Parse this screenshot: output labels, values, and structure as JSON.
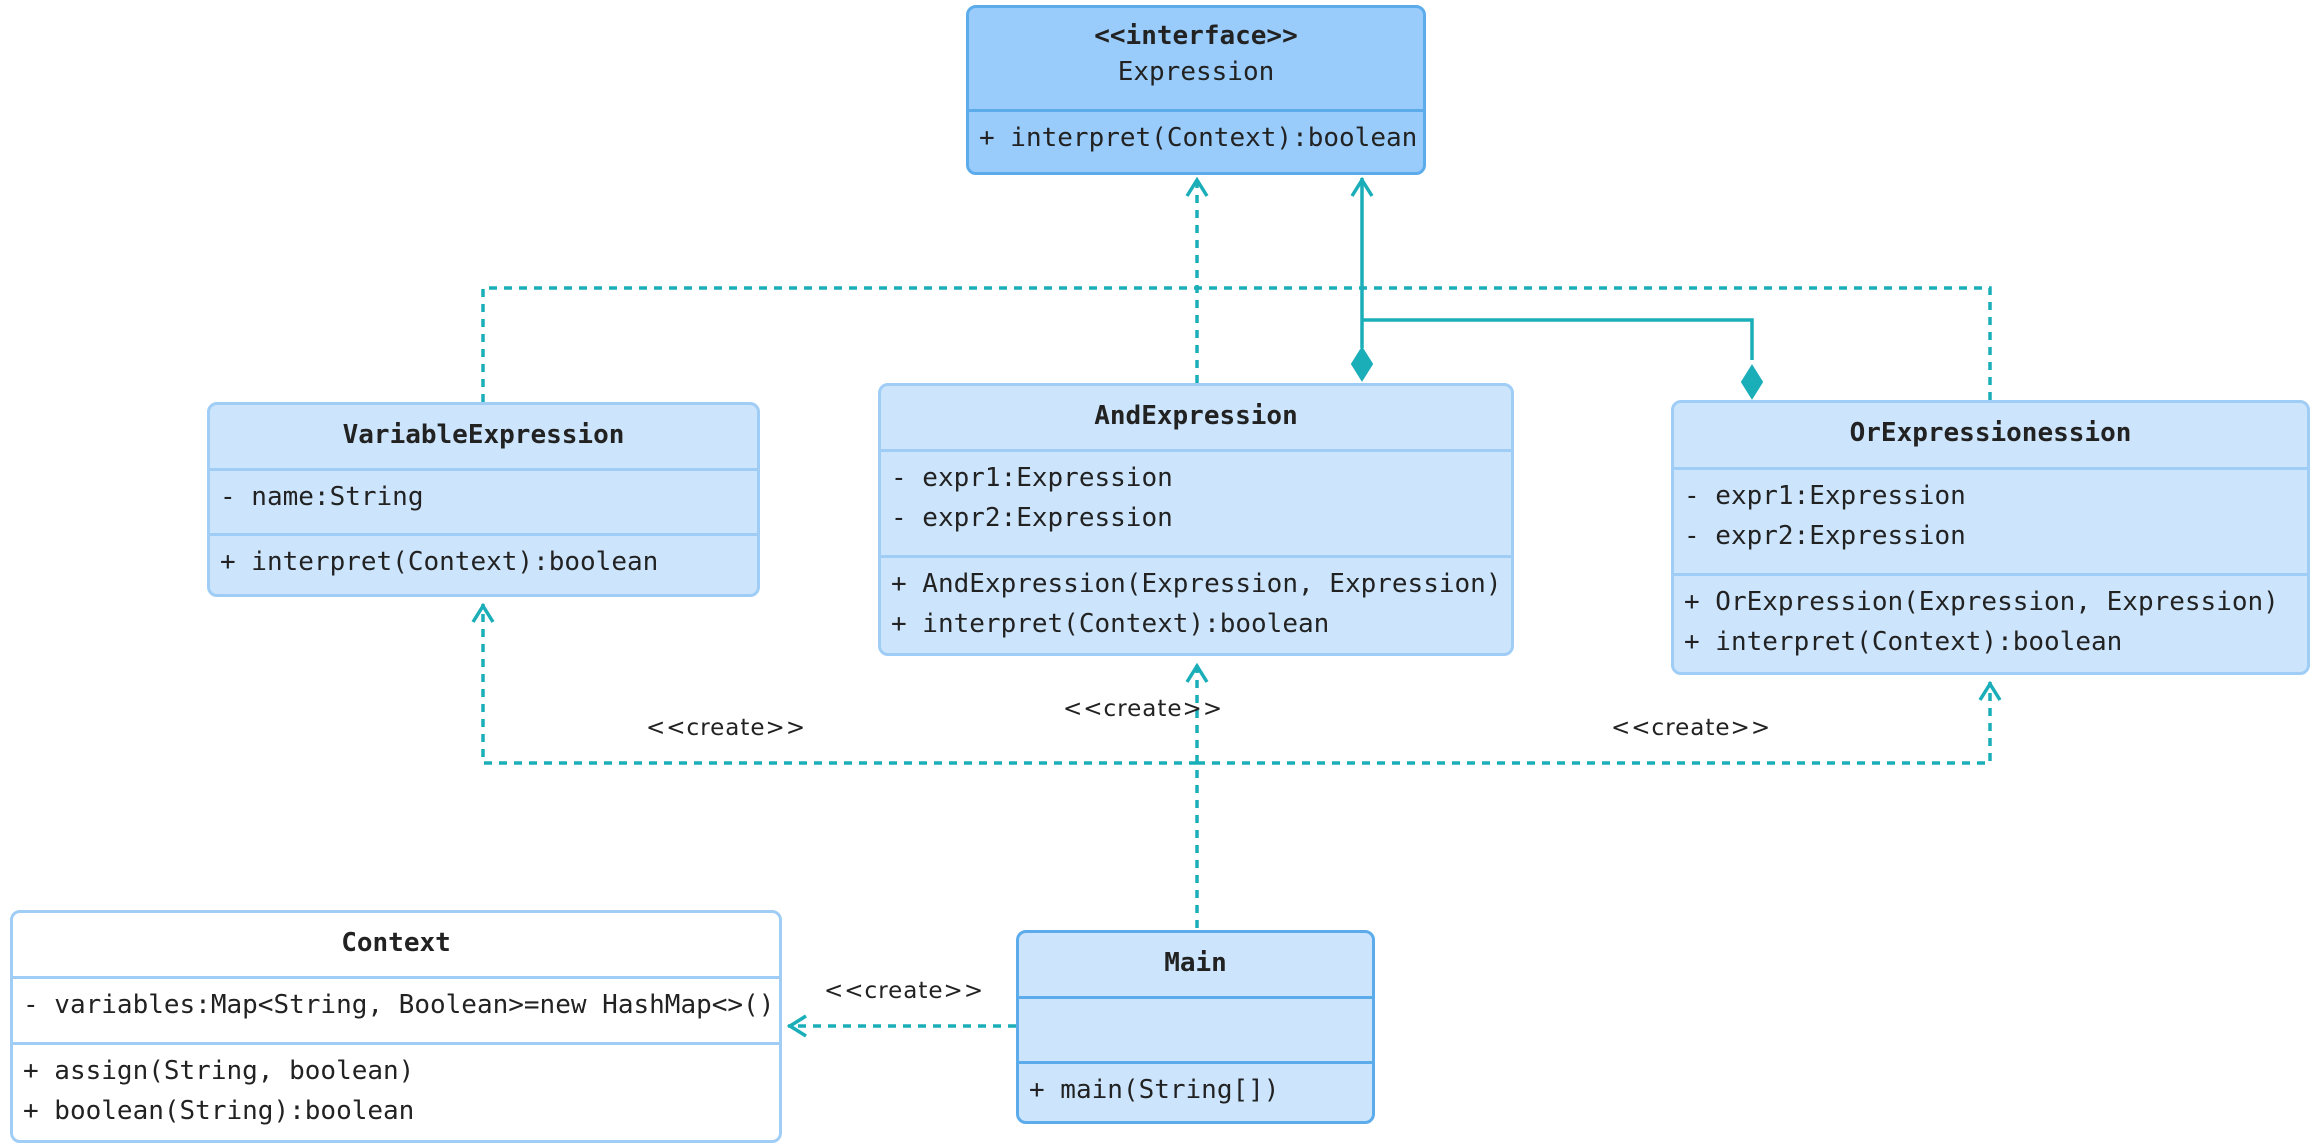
{
  "colors": {
    "edge": "#1aaeb8",
    "interface_fill": "#99ccfb",
    "class_fill": "#cce5fc",
    "border": "#9fcdf5"
  },
  "expression": {
    "stereotype": "<<interface>>",
    "name": "Expression",
    "methods": [
      "+ interpret(Context):boolean"
    ]
  },
  "variable_expression": {
    "name": "VariableExpression",
    "attributes": [
      "- name:String"
    ],
    "methods": [
      "+ interpret(Context):boolean"
    ]
  },
  "and_expression": {
    "name": "AndExpression",
    "attributes": [
      "- expr1:Expression",
      "- expr2:Expression"
    ],
    "methods": [
      "+ AndExpression(Expression, Expression)",
      "+ interpret(Context):boolean"
    ]
  },
  "or_expression": {
    "name": "OrExpressionession",
    "attributes": [
      "- expr1:Expression",
      "- expr2:Expression"
    ],
    "methods": [
      "+ OrExpression(Expression, Expression)",
      "+ interpret(Context):boolean"
    ]
  },
  "context": {
    "name": "Context",
    "attributes": [
      "- variables:Map<String, Boolean>=new HashMap<>()"
    ],
    "methods": [
      "+ assign(String, boolean)",
      "+ boolean(String):boolean"
    ]
  },
  "main": {
    "name": "Main",
    "attributes": [],
    "methods": [
      "+ main(String[])"
    ]
  },
  "labels": {
    "create_var": "<<create>>",
    "create_and": "<<create>>",
    "create_or": "<<create>>",
    "create_context": "<<create>>"
  }
}
